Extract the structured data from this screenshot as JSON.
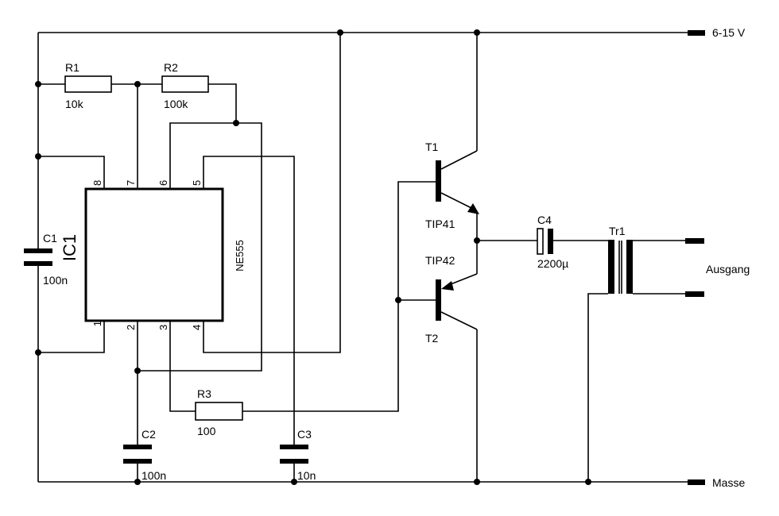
{
  "supply_label": "6-15 V",
  "ground_label": "Masse",
  "output_label": "Ausgang",
  "ic": {
    "ref": "IC1",
    "type": "NE555",
    "pins": [
      "1",
      "2",
      "3",
      "4",
      "5",
      "6",
      "7",
      "8"
    ]
  },
  "r1": {
    "ref": "R1",
    "value": "10k"
  },
  "r2": {
    "ref": "R2",
    "value": "100k"
  },
  "r3": {
    "ref": "R3",
    "value": "100"
  },
  "c1": {
    "ref": "C1",
    "value": "100n"
  },
  "c2": {
    "ref": "C2",
    "value": "100n"
  },
  "c3": {
    "ref": "C3",
    "value": "10n"
  },
  "c4": {
    "ref": "C4",
    "value": "2200µ"
  },
  "t1": {
    "ref": "T1",
    "type": "TIP41"
  },
  "t2": {
    "ref": "T2",
    "type": "TIP42"
  },
  "tr1": {
    "ref": "Tr1"
  }
}
